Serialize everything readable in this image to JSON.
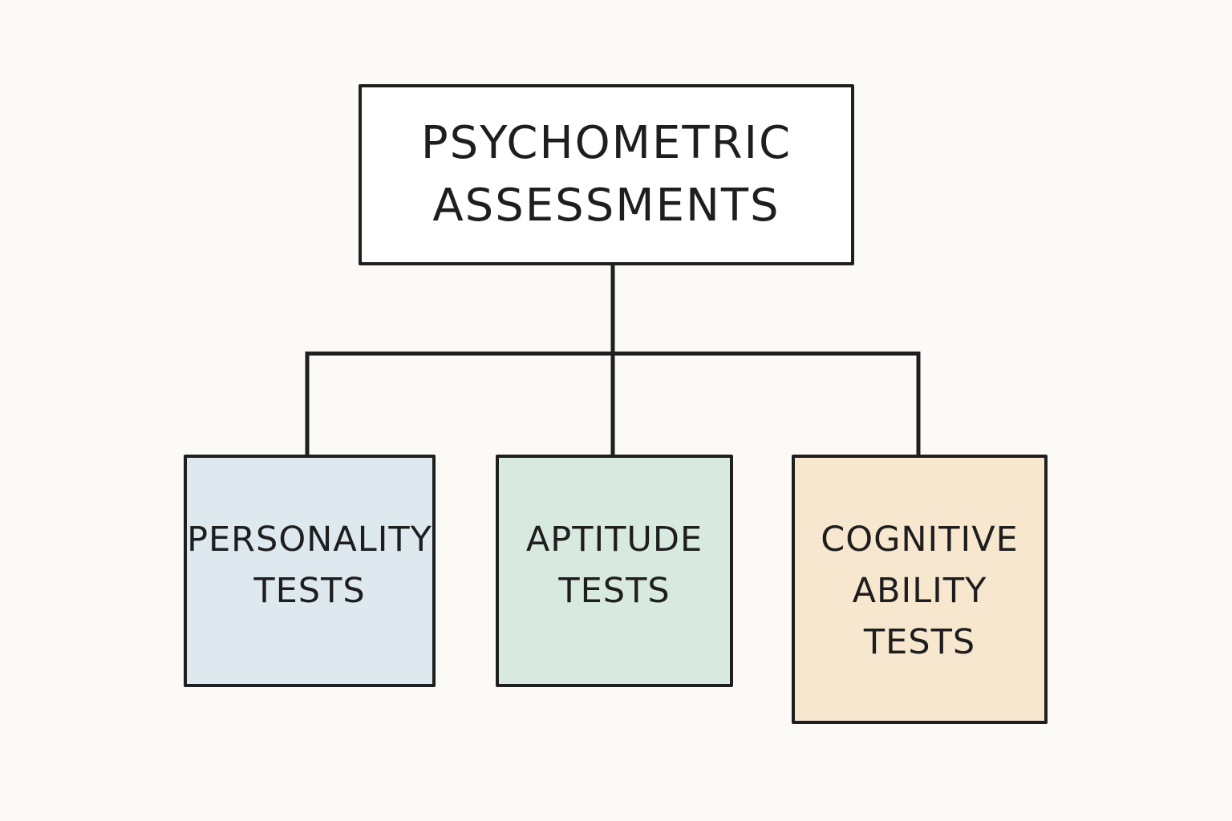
{
  "diagram": {
    "root": {
      "lines": [
        "PSYCHOMETRIC",
        "ASSESSMENTS"
      ]
    },
    "children": [
      {
        "lines": [
          "PERSONALITY",
          "TESTS"
        ],
        "fill": "#dde9ef"
      },
      {
        "lines": [
          "APTITUDE",
          "TESTS"
        ],
        "fill": "#d8e9e0"
      },
      {
        "lines": [
          "COGNITIVE",
          "ABILITY",
          "TESTS"
        ],
        "fill": "#f8e7cf"
      }
    ],
    "colors": {
      "background": "#fbfaf6",
      "line": "#1f1f1f",
      "root_fill": "#ffffff"
    }
  }
}
